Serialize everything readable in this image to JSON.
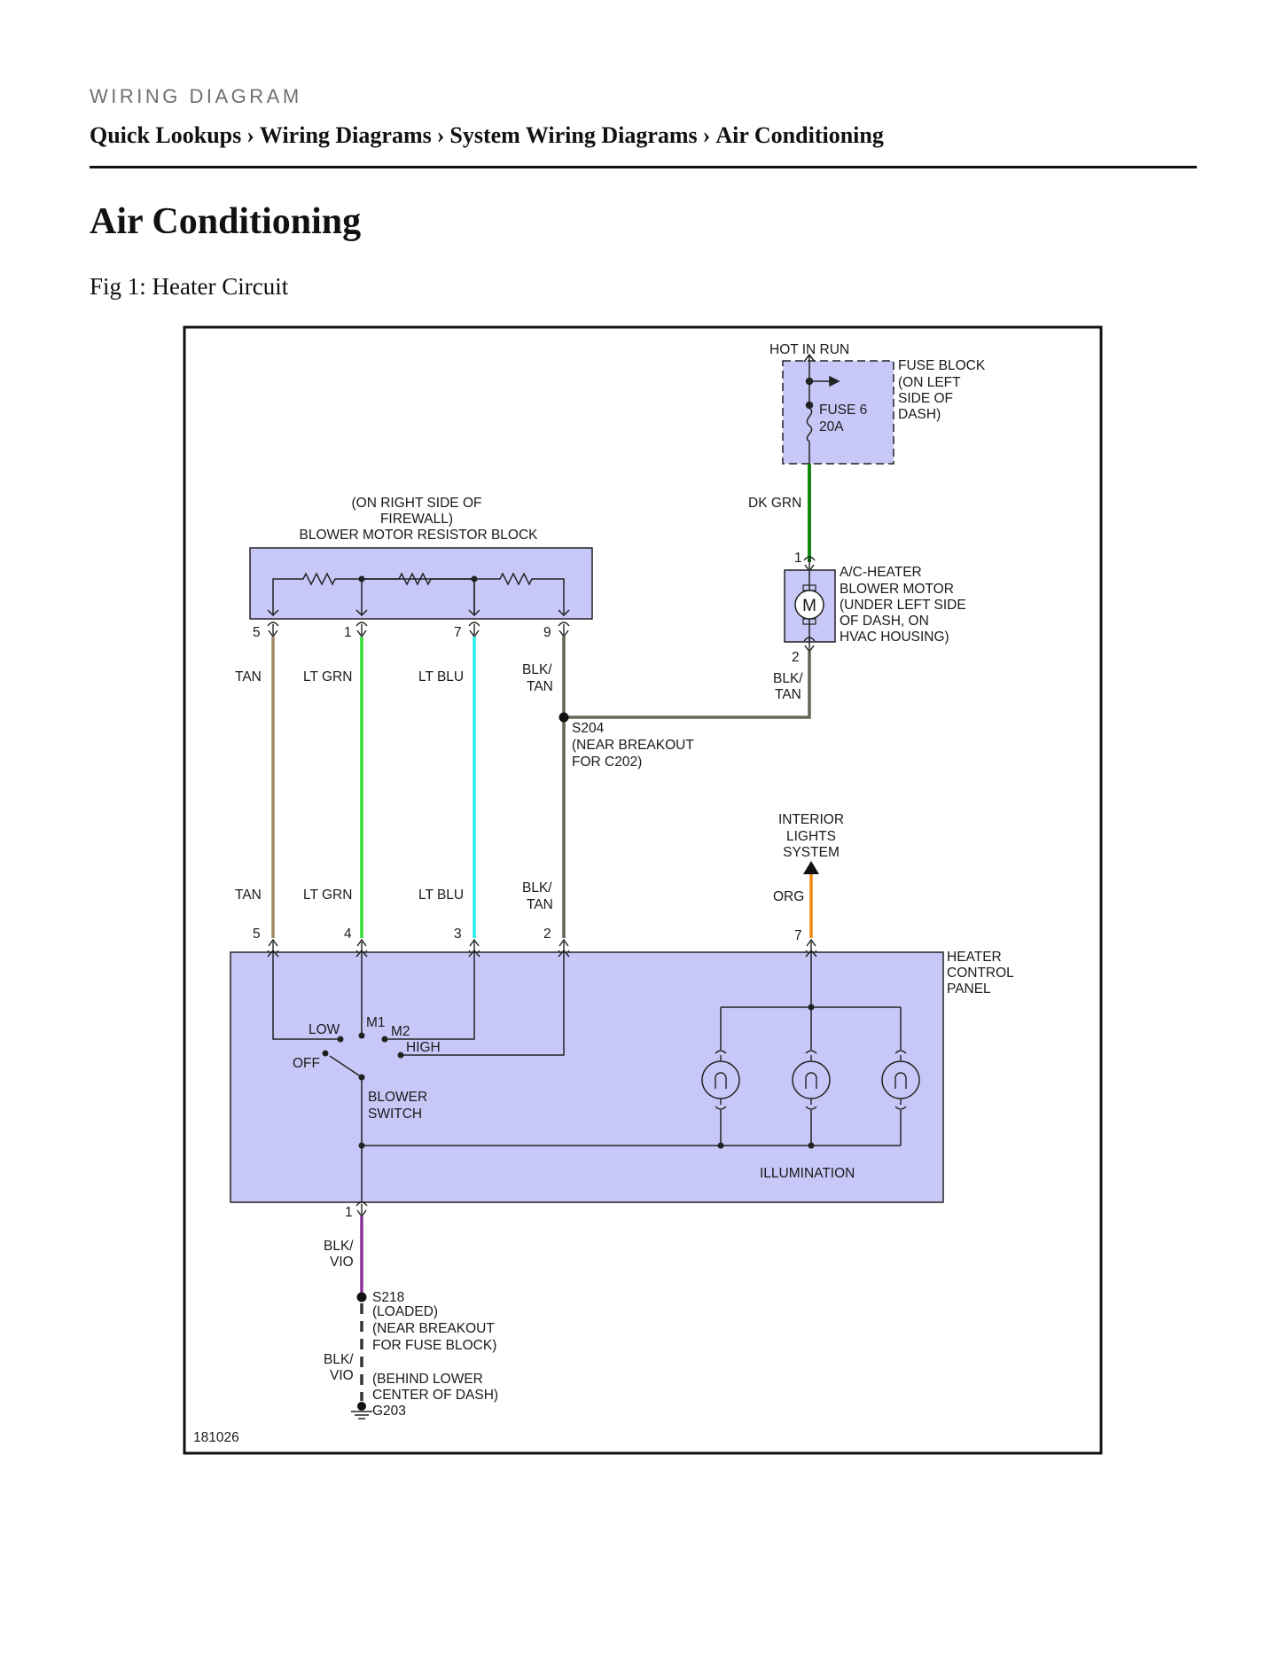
{
  "header": {
    "eyebrow": "WIRING DIAGRAM",
    "breadcrumbs": [
      "Quick Lookups",
      "Wiring Diagrams",
      "System Wiring Diagrams",
      "Air Conditioning"
    ],
    "separator": "›"
  },
  "page_title": "Air Conditioning",
  "figure_caption": "Fig 1: Heater Circuit",
  "diagram": {
    "colors": {
      "component_fill": "#c8c8f8",
      "tan": "#a08c6a",
      "lt_grn": "#33dd33",
      "lt_blu": "#22eeee",
      "blk_tan": "#666655",
      "dk_grn": "#118811",
      "org": "#ee8811",
      "blk_vio": "#883399"
    },
    "fuse_block": {
      "hot_label": "HOT IN RUN",
      "name_lines": [
        "FUSE BLOCK",
        "(ON LEFT",
        "SIDE OF",
        "DASH)"
      ],
      "fuse_lines": [
        "FUSE 6",
        "20A"
      ]
    },
    "resistor_block": {
      "label_lines": [
        "(ON RIGHT SIDE OF",
        "FIREWALL)",
        "BLOWER MOTOR RESISTOR BLOCK"
      ],
      "pins": [
        "5",
        "1",
        "7",
        "9"
      ]
    },
    "blower_motor": {
      "label_lines": [
        "A/C-HEATER",
        "BLOWER MOTOR",
        "(UNDER LEFT SIDE",
        "OF DASH, ON",
        "HVAC HOUSING)"
      ],
      "symbol": "M",
      "pin_top": "1",
      "pin_bottom": "2"
    },
    "wires": {
      "dk_grn": "DK GRN",
      "tan": "TAN",
      "lt_grn": "LT GRN",
      "lt_blu": "LT BLU",
      "blk_tan_lines": [
        "BLK/",
        "TAN"
      ],
      "org": "ORG",
      "blk_vio_lines": [
        "BLK/",
        "VIO"
      ]
    },
    "splice_s204": [
      "S204",
      "(NEAR BREAKOUT",
      "FOR C202)"
    ],
    "interior_lights": [
      "INTERIOR",
      "LIGHTS",
      "SYSTEM"
    ],
    "heater_control_panel": {
      "label_lines": [
        "HEATER",
        "CONTROL",
        "PANEL"
      ],
      "pins": [
        "5",
        "4",
        "3",
        "2",
        "7"
      ],
      "bottom_pin": "1",
      "switch_positions": {
        "low": "LOW",
        "m1": "M1",
        "m2": "M2",
        "high": "HIGH",
        "off": "OFF"
      },
      "switch_label_lines": [
        "BLOWER",
        "SWITCH"
      ],
      "illumination": "ILLUMINATION"
    },
    "splice_s218": [
      "S218",
      "(LOADED)",
      "(NEAR BREAKOUT",
      "FOR FUSE BLOCK)"
    ],
    "ground": [
      "(BEHIND LOWER",
      "CENTER OF DASH)",
      "G203"
    ],
    "figure_id": "181026"
  }
}
